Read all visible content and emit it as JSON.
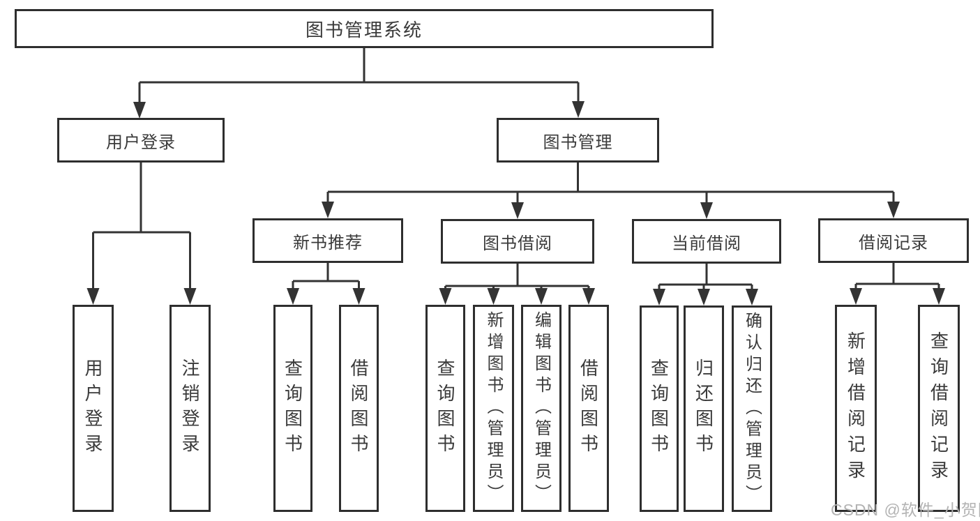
{
  "diagram": {
    "title": "图书管理系统",
    "root": {
      "label": "图书管理系统"
    },
    "level2": [
      {
        "label": "用户登录"
      },
      {
        "label": "图书管理"
      }
    ],
    "level3": [
      {
        "label": "新书推荐",
        "parent": "图书管理"
      },
      {
        "label": "图书借阅",
        "parent": "图书管理"
      },
      {
        "label": "当前借阅",
        "parent": "图书管理"
      },
      {
        "label": "借阅记录",
        "parent": "图书管理"
      }
    ],
    "leaves": [
      {
        "label": "用户登录",
        "parent": "用户登录"
      },
      {
        "label": "注销登录",
        "parent": "用户登录"
      },
      {
        "label": "查询图书",
        "parent": "新书推荐"
      },
      {
        "label": "借阅图书",
        "parent": "新书推荐"
      },
      {
        "label": "查询图书",
        "parent": "图书借阅"
      },
      {
        "label": "新增图书（管理员）",
        "parent": "图书借阅"
      },
      {
        "label": "编辑图书（管理员）",
        "parent": "图书借阅"
      },
      {
        "label": "借阅图书",
        "parent": "图书借阅"
      },
      {
        "label": "查询图书",
        "parent": "当前借阅"
      },
      {
        "label": "归还图书",
        "parent": "当前借阅"
      },
      {
        "label": "确认归还（管理员）",
        "parent": "当前借阅"
      },
      {
        "label": "新增借阅记录",
        "parent": "借阅记录"
      },
      {
        "label": "查询借阅记录",
        "parent": "借阅记录"
      }
    ],
    "watermark": {
      "text": "CSDN @软件_小贺同学",
      "color": "#b3b3b3"
    },
    "colors": {
      "line": "#333333",
      "border": "#2e2e2e",
      "text": "#3a3a3a",
      "background": "#ffffff"
    }
  }
}
